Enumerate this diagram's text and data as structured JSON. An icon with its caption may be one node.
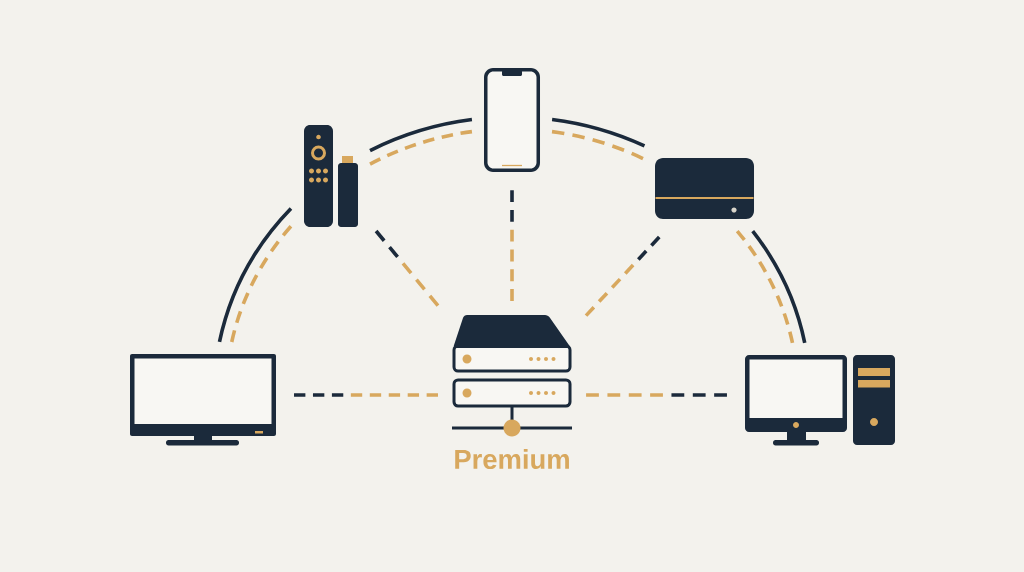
{
  "diagram": {
    "nodes": [
      {
        "text": [],
        "shape": "picture"
      },
      {
        "text": [],
        "shape": "picture"
      },
      {
        "text": [],
        "shape": "picture"
      },
      {
        "text": [],
        "shape": "picture"
      },
      {
        "text": [],
        "shape": "picture",
        "beside": [
          "Premium"
        ]
      },
      {
        "text": [],
        "shape": "picture"
      }
    ],
    "edges": [
      {
        "from": 3,
        "to": 1,
        "arrow": "none",
        "color": "#1b2a3b"
      },
      {
        "from": 3,
        "to": 1,
        "arrow": "none",
        "style": "dashed",
        "color": "#d8a85e"
      },
      {
        "from": 1,
        "to": 0,
        "arrow": "none",
        "color": "#1b2a3b"
      },
      {
        "from": 1,
        "to": 0,
        "arrow": "none",
        "style": "dashed",
        "color": "#d8a85e"
      },
      {
        "from": 0,
        "to": 2,
        "arrow": "none",
        "color": "#1b2a3b"
      },
      {
        "from": 0,
        "to": 2,
        "arrow": "none",
        "style": "dashed",
        "color": "#d8a85e"
      },
      {
        "from": 2,
        "to": 5,
        "arrow": "none",
        "color": "#1b2a3b"
      },
      {
        "from": 2,
        "to": 5,
        "arrow": "none",
        "style": "dashed",
        "color": "#d8a85e"
      },
      {
        "from": 4,
        "to": 3,
        "arrow": "none",
        "style": "dashed",
        "color": "#d8a85e"
      },
      {
        "from": 4,
        "to": 1,
        "arrow": "none",
        "style": "dashed",
        "color": "#d8a85e"
      },
      {
        "from": 4,
        "to": 0,
        "arrow": "none",
        "style": "dashed",
        "color": "#d8a85e"
      },
      {
        "from": 4,
        "to": 2,
        "arrow": "none",
        "style": "dashed",
        "color": "#d8a85e"
      },
      {
        "from": 4,
        "to": 5,
        "arrow": "none",
        "style": "dashed",
        "color": "#d8a85e"
      }
    ]
  }
}
